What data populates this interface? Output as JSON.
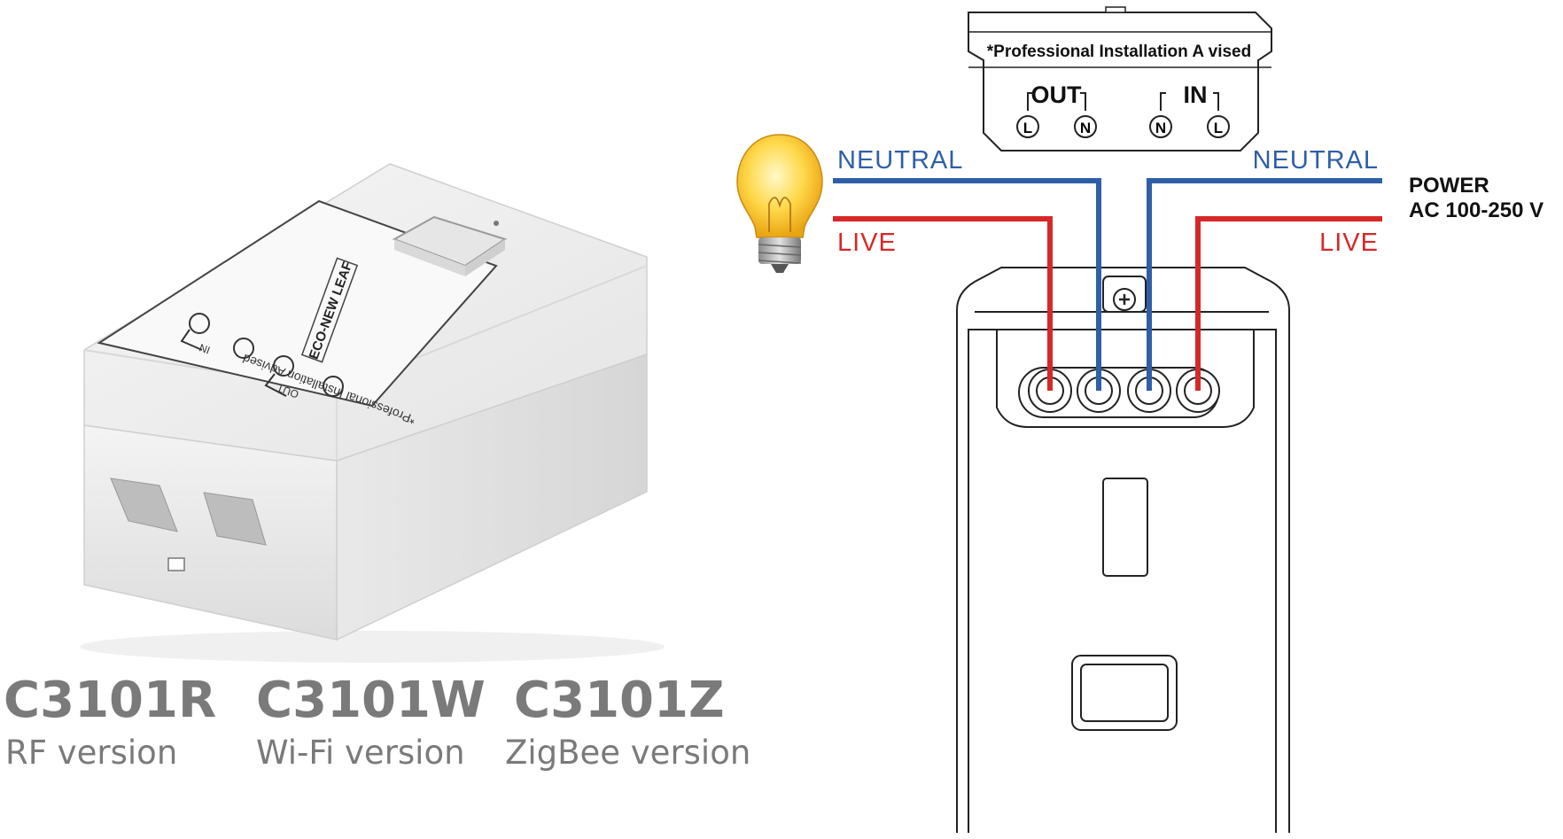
{
  "device": {
    "brand_mark": "ECO-NEW LEAF",
    "top_label": "*Professional Installation Advised",
    "terminal_in": "IN",
    "terminal_out": "OUT"
  },
  "models": [
    {
      "code": "C3101R",
      "version": "RF version"
    },
    {
      "code": "C3101W",
      "version": "Wi-Fi version"
    },
    {
      "code": "C3101Z",
      "version": "ZigBee version"
    }
  ],
  "diagram": {
    "header_note": "*Professional Installation A  vised",
    "out_label": "OUT",
    "in_label": "IN",
    "terminals": [
      "L",
      "N",
      "N",
      "L"
    ],
    "left_neutral": "NEUTRAL",
    "left_live": "LIVE",
    "right_neutral": "NEUTRAL",
    "right_live": "LIVE",
    "power_line1": "POWER",
    "power_line2": "AC 100-250 V"
  },
  "colors": {
    "neutral": "#2f5fa6",
    "live": "#d72828",
    "model_text": "#7a7a7a"
  },
  "icons": [
    "light-bulb-icon",
    "screw-icon"
  ]
}
